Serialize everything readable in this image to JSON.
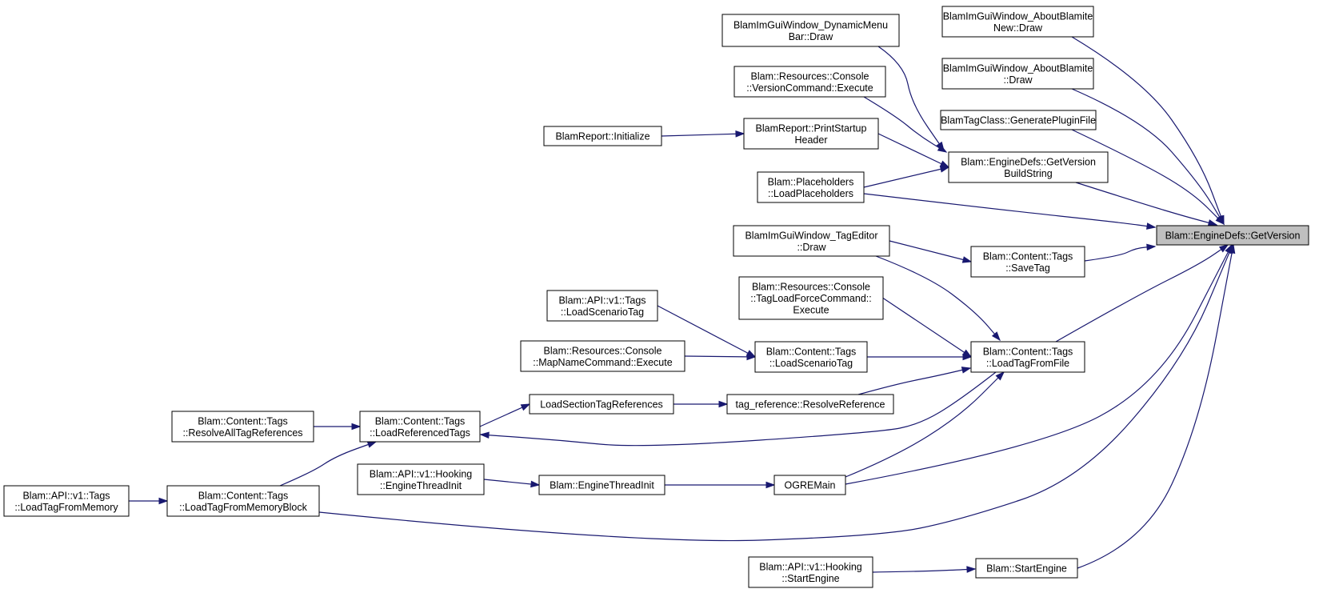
{
  "graph": {
    "nodes": {
      "root": [
        "Blam::EngineDefs::GetVersion"
      ],
      "dyn_menu": [
        "BlamImGuiWindow_DynamicMenu",
        "Bar::Draw"
      ],
      "about_new": [
        "BlamImGuiWindow_AboutBlamite",
        "New::Draw"
      ],
      "about": [
        "BlamImGuiWindow_AboutBlamite",
        "::Draw"
      ],
      "version_cmd": [
        "Blam::Resources::Console",
        "::VersionCommand::Execute"
      ],
      "gen_plugin": [
        "BlamTagClass::GeneratePluginFile"
      ],
      "report_init": [
        "BlamReport::Initialize"
      ],
      "print_header": [
        "BlamReport::PrintStartup",
        "Header"
      ],
      "build_string": [
        "Blam::EngineDefs::GetVersion",
        "BuildString"
      ],
      "load_placeholders": [
        "Blam::Placeholders",
        "::LoadPlaceholders"
      ],
      "tag_editor": [
        "BlamImGuiWindow_TagEditor",
        "::Draw"
      ],
      "save_tag": [
        "Blam::Content::Tags",
        "::SaveTag"
      ],
      "tag_force_cmd": [
        "Blam::Resources::Console",
        "::TagLoadForceCommand::",
        "Execute"
      ],
      "api_load_scenario": [
        "Blam::API::v1::Tags",
        "::LoadScenarioTag"
      ],
      "map_name_cmd": [
        "Blam::Resources::Console",
        "::MapNameCommand::Execute"
      ],
      "load_scenario": [
        "Blam::Content::Tags",
        "::LoadScenarioTag"
      ],
      "load_from_file": [
        "Blam::Content::Tags",
        "::LoadTagFromFile"
      ],
      "resolve_all": [
        "Blam::Content::Tags",
        "::ResolveAllTagReferences"
      ],
      "load_referenced": [
        "Blam::Content::Tags",
        "::LoadReferencedTags"
      ],
      "load_section": [
        "LoadSectionTagReferences"
      ],
      "resolve_ref": [
        "tag_reference::ResolveReference"
      ],
      "hook_thread_init": [
        "Blam::API::v1::Hooking",
        "::EngineThreadInit"
      ],
      "engine_thread_init": [
        "Blam::EngineThreadInit"
      ],
      "ogre_main": [
        "OGREMain"
      ],
      "api_load_memory": [
        "Blam::API::v1::Tags",
        "::LoadTagFromMemory"
      ],
      "load_memory_block": [
        "Blam::Content::Tags",
        "::LoadTagFromMemoryBlock"
      ],
      "hook_start_engine": [
        "Blam::API::v1::Hooking",
        "::StartEngine"
      ],
      "start_engine": [
        "Blam::StartEngine"
      ]
    },
    "edges": [
      [
        "dyn_menu",
        "build_string"
      ],
      [
        "version_cmd",
        "build_string"
      ],
      [
        "print_header",
        "build_string"
      ],
      [
        "load_placeholders",
        "build_string"
      ],
      [
        "report_init",
        "print_header"
      ],
      [
        "about_new",
        "root"
      ],
      [
        "about",
        "root"
      ],
      [
        "gen_plugin",
        "root"
      ],
      [
        "build_string",
        "root"
      ],
      [
        "load_placeholders",
        "root"
      ],
      [
        "save_tag",
        "root"
      ],
      [
        "load_from_file",
        "root"
      ],
      [
        "ogre_main",
        "root"
      ],
      [
        "load_memory_block",
        "root"
      ],
      [
        "start_engine",
        "root"
      ],
      [
        "tag_editor",
        "save_tag"
      ],
      [
        "tag_editor",
        "load_from_file"
      ],
      [
        "tag_force_cmd",
        "load_from_file"
      ],
      [
        "load_scenario",
        "load_from_file"
      ],
      [
        "resolve_ref",
        "load_from_file"
      ],
      [
        "ogre_main",
        "load_from_file"
      ],
      [
        "load_from_file",
        "load_referenced"
      ],
      [
        "api_load_scenario",
        "load_scenario"
      ],
      [
        "map_name_cmd",
        "load_scenario"
      ],
      [
        "resolve_all",
        "load_referenced"
      ],
      [
        "load_memory_block",
        "load_referenced"
      ],
      [
        "load_referenced",
        "load_section"
      ],
      [
        "load_section",
        "resolve_ref"
      ],
      [
        "hook_thread_init",
        "engine_thread_init"
      ],
      [
        "engine_thread_init",
        "ogre_main"
      ],
      [
        "api_load_memory",
        "load_memory_block"
      ],
      [
        "hook_start_engine",
        "start_engine"
      ]
    ]
  },
  "colors": {
    "edge": "#191970",
    "root_fill": "#bfbfbf",
    "node_fill": "#ffffff",
    "node_border": "#000000"
  }
}
